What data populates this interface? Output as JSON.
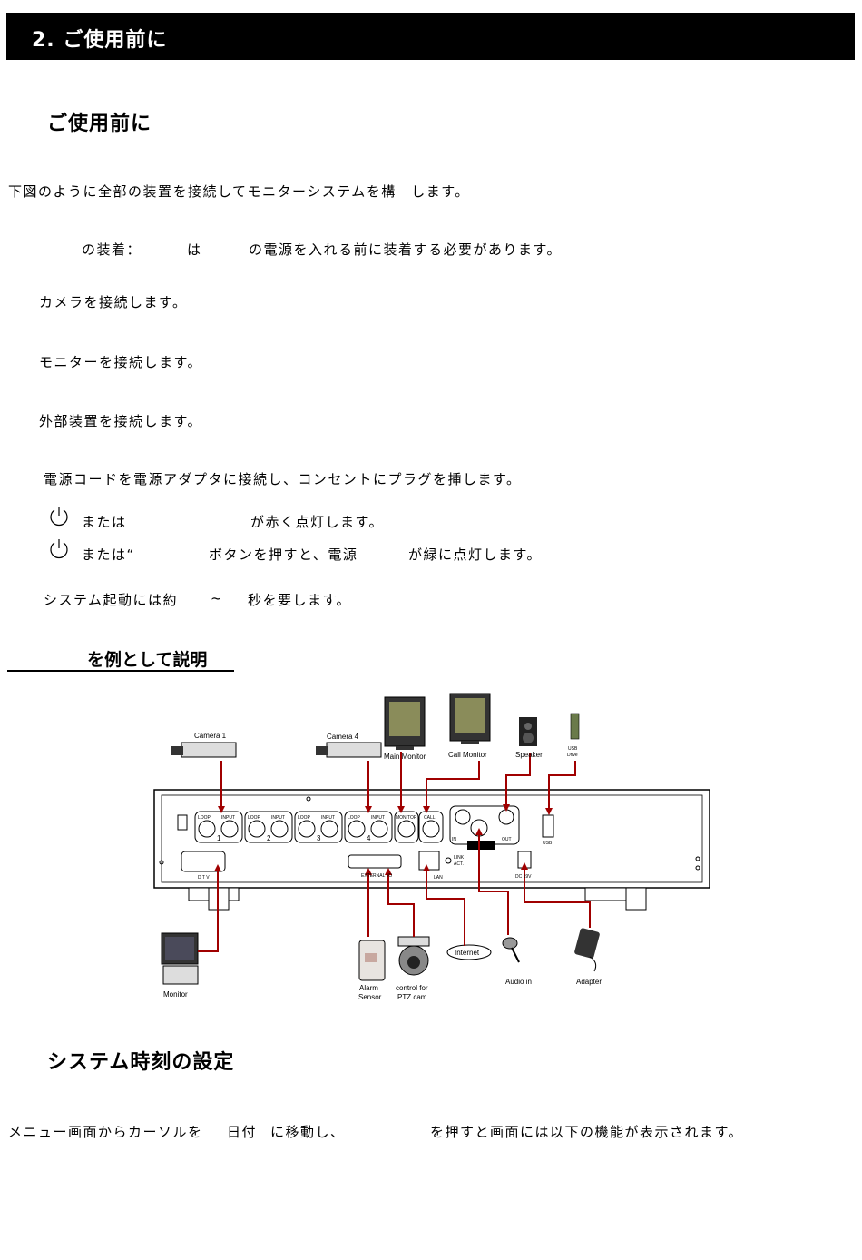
{
  "banner": {
    "title": "2. ご使用前に"
  },
  "section1": {
    "heading": "ご使用前に",
    "intro": "下図のように全部の装置を接続してモニターシステムを構　します。",
    "step_hdd": {
      "a": "の装着：",
      "b": "は",
      "c": "の電源を入れる前に装着する必要があります。"
    },
    "step_camera": "カメラを接続します。",
    "step_monitor": "モニターを接続します。",
    "step_external": "外部装置を接続します。",
    "step_power": "電源コードを電源アダプタに接続し、コンセントにプラグを挿します。",
    "power_line1": {
      "a": "または",
      "b": "が赤く点灯します。"
    },
    "power_line2": {
      "a": "または“",
      "b": "ボタンを押すと、電源",
      "c": "が緑に点灯します。"
    },
    "boot_time": {
      "a": "システム起動には約",
      "b": "~",
      "c": "秒を要します。"
    },
    "example_heading": "を例として説明"
  },
  "diagram": {
    "camera1": "Camera 1",
    "camera4": "Camera  4",
    "dots": "……",
    "main_monitor": "Main Monitor",
    "call_monitor": "Call Monitor",
    "speaker": "Speaker",
    "usb_drive_1": "USB",
    "usb_drive_2": "Drive",
    "port_loop": "LOOP",
    "port_input": "INPUT",
    "port_monitor": "MONITOR",
    "port_call": "CALL",
    "ch1": "1",
    "ch2": "2",
    "ch3": "3",
    "ch4": "4",
    "audio_in": "IN",
    "audio_out": "OUT",
    "usb": "USB",
    "dtv": "D T V",
    "external_io": "EXTERNAL I/O",
    "lan": "LAN",
    "link": "LINK",
    "act": "ACT.",
    "dc": "DC 19V",
    "monitor": "Monitor",
    "alarm_1": "Alarm",
    "alarm_2": "Sensor",
    "ptz_1": "control for",
    "ptz_2": "PTZ cam.",
    "internet": "Internet",
    "audio_in_label": "Audio in",
    "adapter": "Adapter",
    "colors": {
      "wire": "#a00000",
      "panel": "#000000"
    }
  },
  "section2": {
    "heading": "システム時刻の設定",
    "line": {
      "a": "メニュー画面からカーソルを",
      "b": "日付",
      "c": "に移動し、",
      "d": "を押すと画面には以下の機能が表示されます。"
    }
  }
}
